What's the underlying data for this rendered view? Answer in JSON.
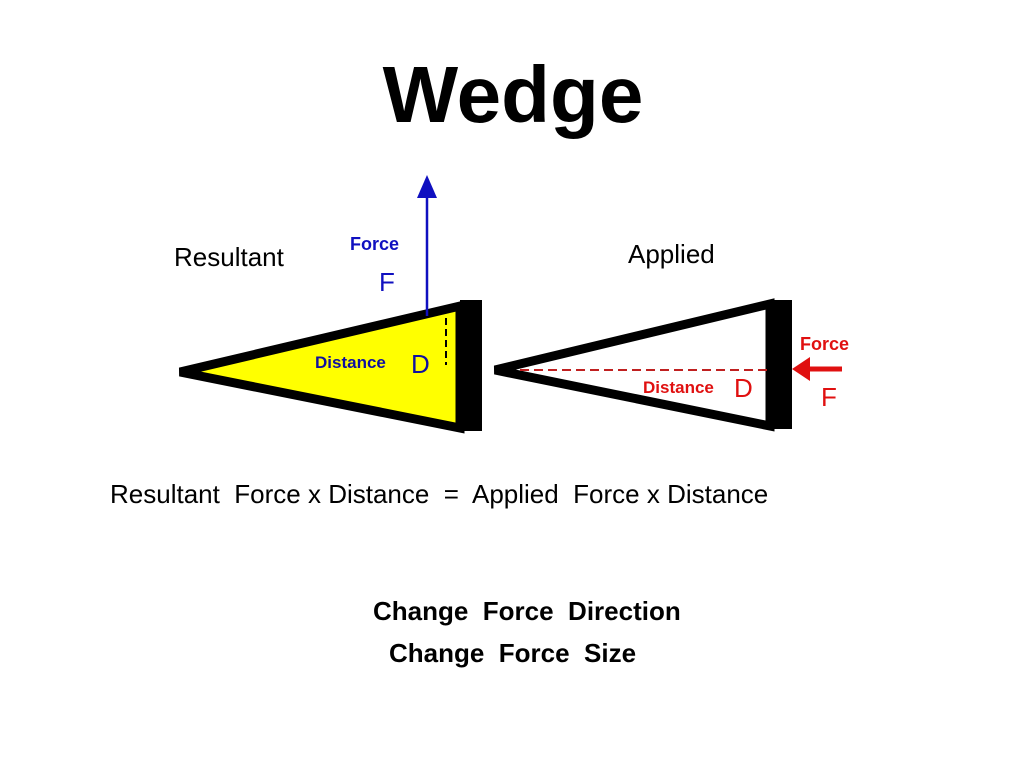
{
  "title": "Wedge",
  "diagram": {
    "resultant_label": "Resultant",
    "applied_label": "Applied",
    "resultant_force_label": "Force",
    "resultant_force_symbol": "F",
    "resultant_distance_label": "Distance",
    "resultant_distance_symbol": "D",
    "applied_force_label": "Force",
    "applied_force_symbol": "F",
    "applied_distance_label": "Distance",
    "applied_distance_symbol": "D",
    "colors": {
      "resultant": "#1010c0",
      "applied": "#e01010",
      "wedge_fill": "#ffff00"
    }
  },
  "equation": "Resultant  Force x Distance  =  Applied  Force x Distance",
  "bullets": [
    "Change  Force  Direction",
    "Change  Force  Size"
  ]
}
